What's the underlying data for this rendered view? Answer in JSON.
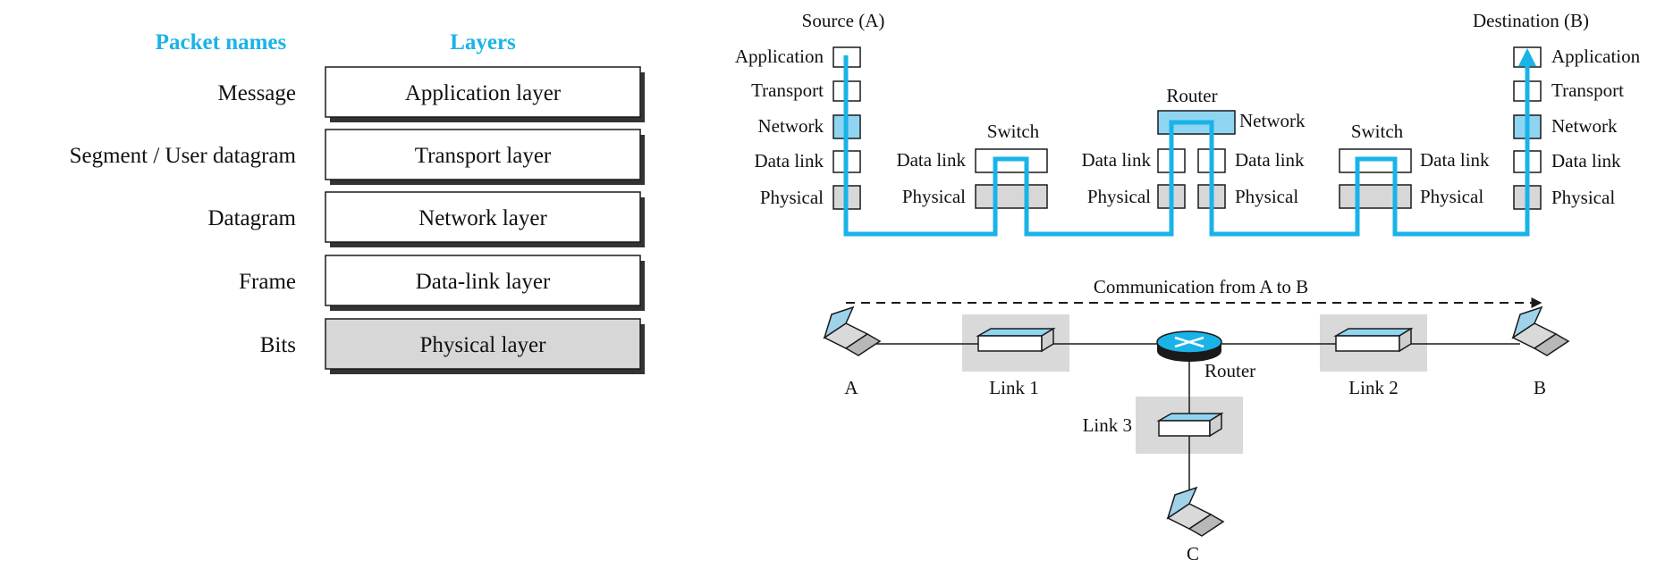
{
  "colors": {
    "accent": "#1ab3e8",
    "accent_fill": "#8fd5f2",
    "gray_fill": "#d7d7d7",
    "panel_gray": "#d9d9d9",
    "stroke": "#1a1a1a"
  },
  "left": {
    "packet_names_header": "Packet names",
    "layers_header": "Layers",
    "rows": [
      {
        "packet": "Message",
        "layer": "Application layer",
        "shaded": false
      },
      {
        "packet": "Segment / User datagram",
        "layer": "Transport layer",
        "shaded": false
      },
      {
        "packet": "Datagram",
        "layer": "Network layer",
        "shaded": false
      },
      {
        "packet": "Frame",
        "layer": "Data-link layer",
        "shaded": false
      },
      {
        "packet": "Bits",
        "layer": "Physical layer",
        "shaded": true
      }
    ]
  },
  "right": {
    "source_label": "Source (A)",
    "destination_label": "Destination (B)",
    "layer_names": {
      "application": "Application",
      "transport": "Transport",
      "network": "Network",
      "data_link": "Data link",
      "physical": "Physical"
    },
    "switch_label": "Switch",
    "router_label": "Router",
    "communication_label": "Communication from A to B",
    "topology": {
      "host_a": "A",
      "host_b": "B",
      "host_c": "C",
      "link1": "Link 1",
      "link2": "Link 2",
      "link3": "Link 3",
      "router": "Router"
    }
  }
}
